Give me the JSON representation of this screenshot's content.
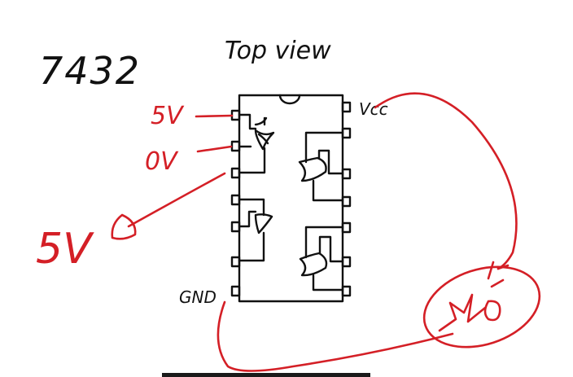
{
  "diagram": {
    "chip_label": "7432",
    "view_label": "Top view",
    "vcc_label": "Vcc",
    "gnd_label": "GND",
    "pin1_input_label": "5V",
    "pin2_input_label": "0V",
    "output_probe_label": "5V",
    "gate_type": "OR",
    "pins_per_side": 7,
    "colors": {
      "ink": "#111111",
      "annotation": "#d41f26",
      "background": "#ffffff"
    }
  }
}
